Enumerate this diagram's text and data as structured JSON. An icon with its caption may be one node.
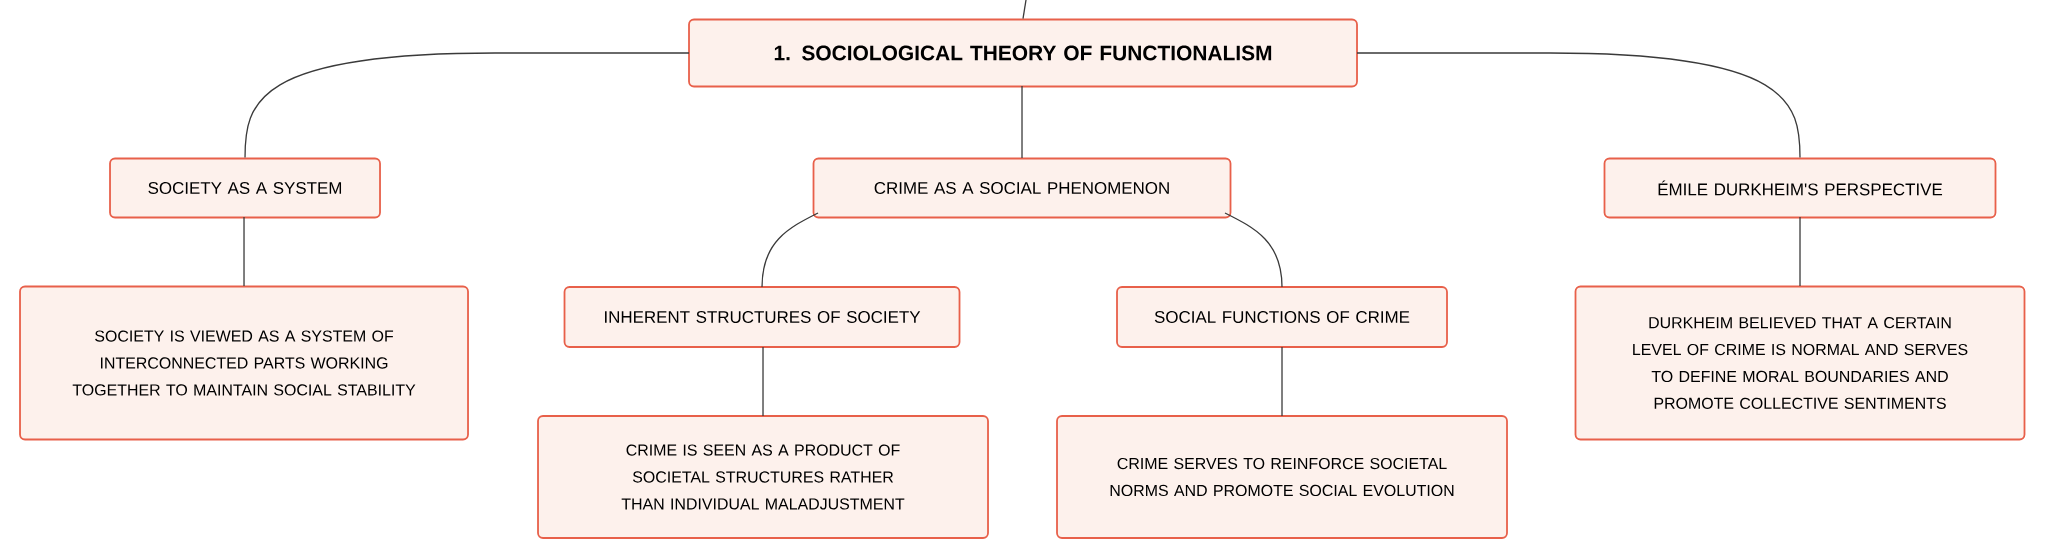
{
  "diagram": {
    "nodes": [
      {
        "text": [
          "1. SOCIOLOGICAL THEORY OF FUNCTIONALISM"
        ]
      },
      {
        "text": [
          "SOCIETY AS A SYSTEM"
        ]
      },
      {
        "text": [
          "CRIME AS A SOCIAL PHENOMENON"
        ]
      },
      {
        "text": [
          "ÉMILE DURKHEIM'S PERSPECTIVE"
        ]
      },
      {
        "text": [
          "SOCIETY IS VIEWED AS A SYSTEM OF INTERCONNECTED PARTS WORKING TOGETHER TO MAINTAIN SOCIAL STABILITY"
        ]
      },
      {
        "text": [
          "INHERENT STRUCTURES OF SOCIETY"
        ]
      },
      {
        "text": [
          "SOCIAL FUNCTIONS OF CRIME"
        ]
      },
      {
        "text": [
          "DURKHEIM BELIEVED THAT A CERTAIN LEVEL OF CRIME IS NORMAL AND SERVES TO DEFINE MORAL BOUNDARIES AND PROMOTE COLLECTIVE SENTIMENTS"
        ]
      },
      {
        "text": [
          "CRIME IS SEEN AS A PRODUCT OF SOCIETAL STRUCTURES RATHER THAN INDIVIDUAL MALADJUSTMENT"
        ]
      },
      {
        "text": [
          "CRIME SERVES TO REINFORCE SOCIETAL NORMS AND PROMOTE SOCIAL EVOLUTION"
        ]
      }
    ],
    "edges": [
      {
        "from": null,
        "to": 0,
        "arrow": "none"
      },
      {
        "from": 0,
        "to": 1,
        "arrow": "none"
      },
      {
        "from": 0,
        "to": 2,
        "arrow": "none"
      },
      {
        "from": 0,
        "to": 3,
        "arrow": "none"
      },
      {
        "from": 1,
        "to": 4,
        "arrow": "none"
      },
      {
        "from": 2,
        "to": 5,
        "arrow": "none"
      },
      {
        "from": 2,
        "to": 6,
        "arrow": "none"
      },
      {
        "from": 3,
        "to": 7,
        "arrow": "none"
      },
      {
        "from": 5,
        "to": 8,
        "arrow": "none"
      },
      {
        "from": 6,
        "to": 9,
        "arrow": "none"
      }
    ]
  }
}
